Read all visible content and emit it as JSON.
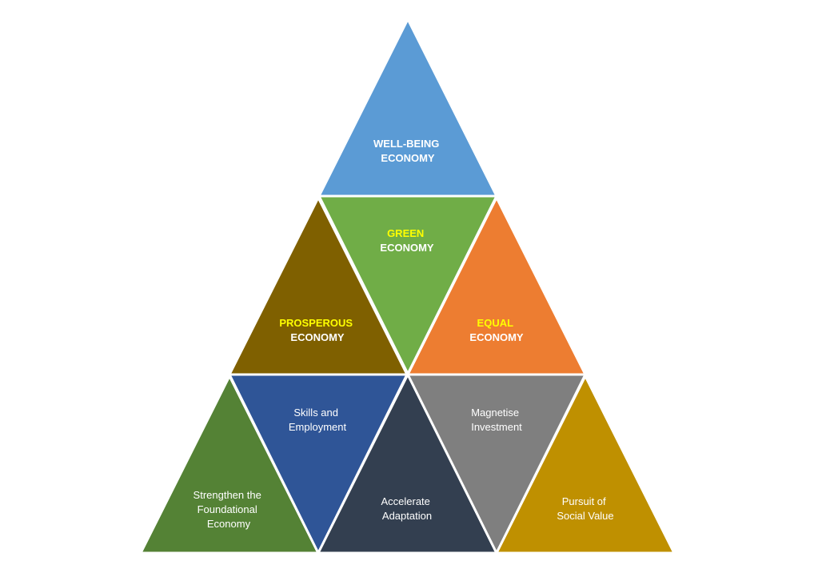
{
  "diagram": {
    "title_text_color": "#ffffff",
    "highlight_text_color": "#ffff00",
    "tiers": [
      {
        "name": "top",
        "segments": [
          {
            "id": "well-being",
            "lines": [
              "WELL-BEING",
              "ECONOMY"
            ],
            "highlight_first_line": false,
            "color": "#5b9bd5",
            "bold": true
          }
        ]
      },
      {
        "name": "middle",
        "segments": [
          {
            "id": "prosperous",
            "lines": [
              "PROSPEROUS",
              "ECONOMY"
            ],
            "highlight_first_line": true,
            "color": "#7f6000",
            "bold": true
          },
          {
            "id": "green",
            "lines": [
              "GREEN",
              "ECONOMY"
            ],
            "highlight_first_line": true,
            "color": "#70ad47",
            "bold": true
          },
          {
            "id": "equal",
            "lines": [
              "EQUAL",
              "ECONOMY"
            ],
            "highlight_first_line": true,
            "color": "#ed7d31",
            "bold": true
          }
        ]
      },
      {
        "name": "bottom",
        "segments": [
          {
            "id": "foundational",
            "lines": [
              "Strengthen the",
              "Foundational",
              "Economy"
            ],
            "color": "#548235",
            "bold": false
          },
          {
            "id": "skills",
            "lines": [
              "Skills and",
              "Employment"
            ],
            "color": "#2f5597",
            "bold": false
          },
          {
            "id": "adaptation",
            "lines": [
              "Accelerate",
              "Adaptation"
            ],
            "color": "#333f50",
            "bold": false
          },
          {
            "id": "investment",
            "lines": [
              "Magnetise",
              "Investment"
            ],
            "color": "#7f7f7f",
            "bold": false
          },
          {
            "id": "social-value",
            "lines": [
              "Pursuit of",
              "Social Value"
            ],
            "color": "#bf9000",
            "bold": false
          }
        ]
      }
    ]
  }
}
